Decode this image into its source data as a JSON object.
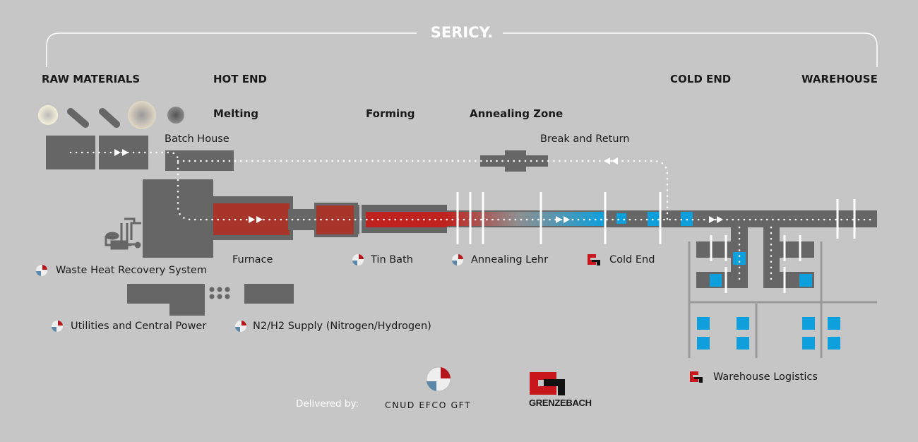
{
  "title": "SERICY.",
  "sections": {
    "raw_materials": "RAW MATERIALS",
    "hot_end": "HOT END",
    "cold_end": "COLD END",
    "warehouse": "WAREHOUSE"
  },
  "zones": {
    "melting": "Melting",
    "forming": "Forming",
    "annealing_zone": "Annealing Zone"
  },
  "labels": {
    "batch_house": "Batch House",
    "break_and_return": "Break and Return",
    "furnace": "Furnace",
    "waste_heat": "Waste Heat Recovery System",
    "tin_bath": "Tin Bath",
    "annealing_lehr": "Annealing Lehr",
    "cold_end": "Cold End",
    "utilities": "Utilities and Central Power",
    "n2h2": "N2/H2 Supply (Nitrogen/Hydrogen)",
    "warehouse_logistics": "Warehouse Logistics"
  },
  "footer": {
    "delivered_by": "Delivered by:",
    "logo1": "CNUD EFCO GFT",
    "logo2": "GRENZEBACH"
  },
  "colors": {
    "background": "#c5c6c5",
    "machine": "#666666",
    "hot": "#a8352a",
    "cold": "#0ea0dc",
    "brand_red": "#c8161d"
  }
}
